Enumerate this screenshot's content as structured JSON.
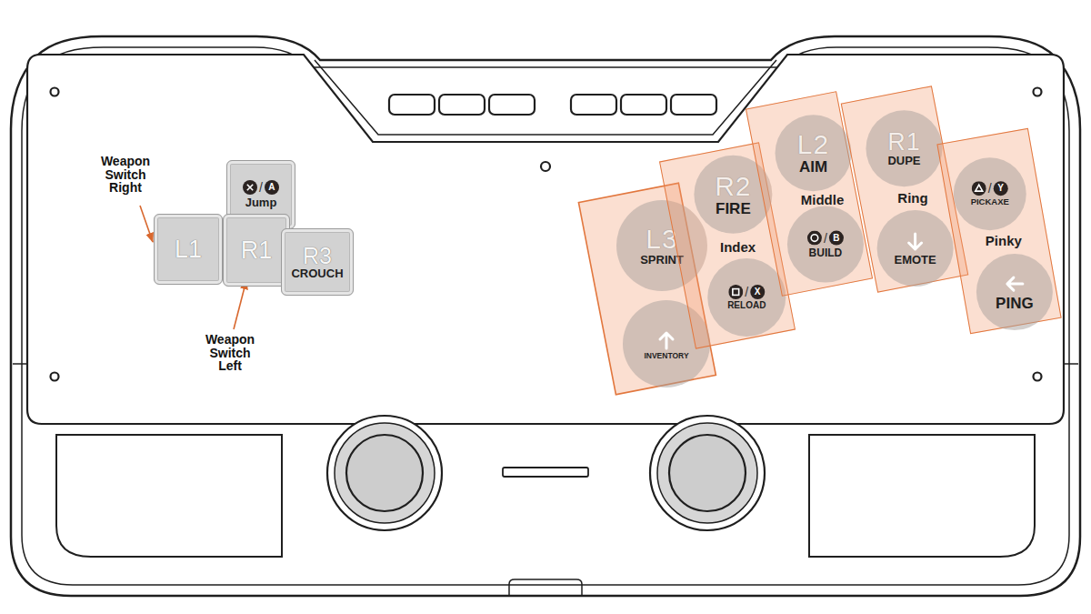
{
  "diagram": {
    "nodes": [
      {
        "text": [
          "/",
          "A",
          "Jump"
        ]
      },
      {
        "text": [
          "L1"
        ]
      },
      {
        "text": [
          "R1"
        ]
      },
      {
        "text": [
          "R3",
          "CROUCH"
        ]
      },
      {
        "text": [
          "L3",
          "SPRINT"
        ]
      },
      {
        "text": [
          "INVENTORY"
        ]
      },
      {
        "text": [
          "Index"
        ]
      },
      {
        "text": [
          "R2",
          "FIRE"
        ],
        "in": 6
      },
      {
        "text": [
          "/",
          "X",
          "RELOAD"
        ],
        "in": 6
      },
      {
        "text": [
          "Middle"
        ]
      },
      {
        "text": [
          "L2",
          "AIM"
        ],
        "in": 9
      },
      {
        "text": [
          "/",
          "B",
          "BUILD"
        ],
        "in": 9
      },
      {
        "text": [
          "Ring"
        ]
      },
      {
        "text": [
          "R1",
          "DUPE"
        ],
        "in": 12
      },
      {
        "text": [
          "EMOTE"
        ],
        "in": 12
      },
      {
        "text": [
          "Pinky"
        ]
      },
      {
        "text": [
          "/",
          "Y",
          "PICKAXE"
        ],
        "in": 15
      },
      {
        "text": [
          "PING"
        ],
        "in": 15
      }
    ],
    "labels": [
      "Weapon Switch Right",
      "Weapon Switch Left"
    ]
  }
}
